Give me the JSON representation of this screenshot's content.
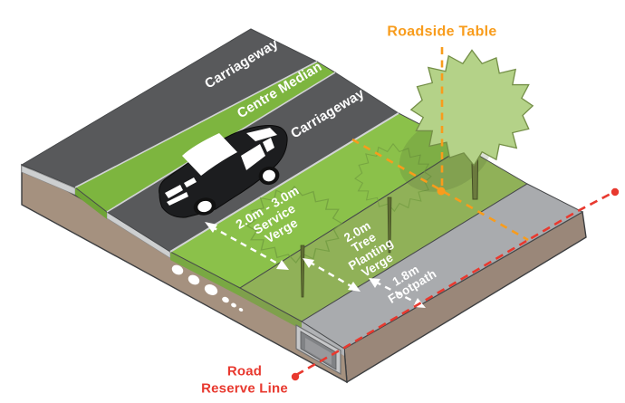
{
  "diagram": {
    "bands": [
      {
        "name": "carriageway-1",
        "label": "Carriageway"
      },
      {
        "name": "centre-median",
        "label": "Centre Median"
      },
      {
        "name": "carriageway-2",
        "label": "Carriageway"
      },
      {
        "name": "service-verge",
        "label": "2.0m - 3.0m\nService\nVerge"
      },
      {
        "name": "tree-planting-verge",
        "label": "2.0m\nTree\nPlanting\nVerge"
      },
      {
        "name": "footpath",
        "label": "1.8m\nFootpath"
      }
    ],
    "callouts": {
      "roadside_table": {
        "label": "Roadside Table",
        "color": "#F89C1C"
      },
      "road_reserve_line": {
        "label": "Road\nReserve Line",
        "color": "#E8392F"
      }
    },
    "colors": {
      "carriageway": "#58595B",
      "centre_median": "#7DB53F",
      "service_verge": "#8BC14A",
      "tree_planting_verge": "#90B158",
      "footpath": "#A9ABAE",
      "earth_side": "#A5917F",
      "earth_side_dark": "#9A8779",
      "kerb": "#D2D4D5",
      "tree_canopy": "#B4D288",
      "tree_outline": "#6F9A3F",
      "car_body": "#1C1D1F",
      "label_text": "#FFFFFF",
      "accent_orange": "#F89C1C",
      "accent_red": "#E8392F"
    }
  }
}
